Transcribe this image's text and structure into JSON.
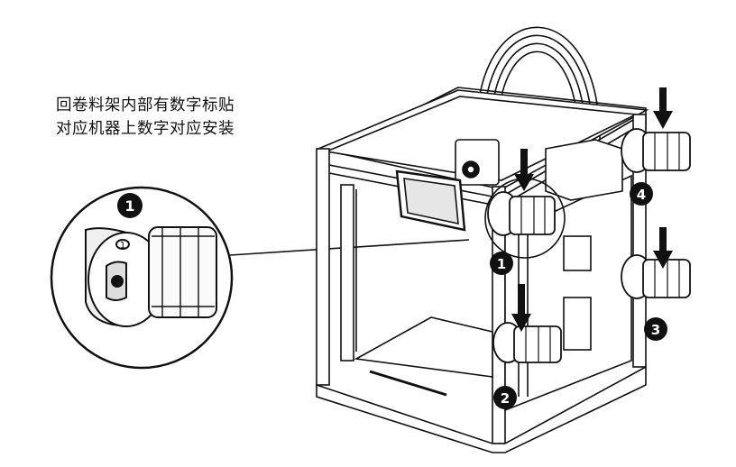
{
  "caption": {
    "line1": "回卷料架内部有数字标贴",
    "line2": "对应机器上数字对应安装"
  },
  "zoom_callout": {
    "badge": "1",
    "label_on_holder": "1"
  },
  "badges": [
    {
      "id": "1",
      "label": "1"
    },
    {
      "id": "2",
      "label": "2"
    },
    {
      "id": "3",
      "label": "3"
    },
    {
      "id": "4",
      "label": "4"
    }
  ],
  "colors": {
    "line": "#111111",
    "badge_fill": "#111111",
    "badge_text": "#ffffff",
    "metal_fill": "#e6e6e6"
  }
}
